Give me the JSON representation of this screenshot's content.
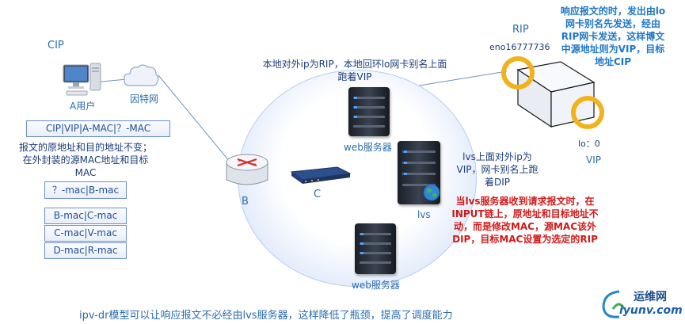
{
  "cip_label": "CIP",
  "user_label": "A用户",
  "internet_label": "因特网",
  "packet_header_box": "CIP|VIP|A-MAC|？-MAC",
  "note_left": [
    "报文的原地址和目的地址不变；",
    "在外封装的源MAC地址和目标",
    "MAC"
  ],
  "mac_box_1": "？-mac|B-mac",
  "mac_boxes": [
    "B-mac|C-mac",
    "C-mac|V-mac",
    "D-mac|R-mac"
  ],
  "router_label": "B",
  "switch_label": "C",
  "top_note": [
    "本地对外ip为RIP，本地回环lo网卡别名上面",
    "跑着VIP"
  ],
  "web_server_label": "web服务器",
  "web_server_label_bottom": "web服务器",
  "lvs_label": "lvs",
  "lvs_note": [
    "lvs上面对外ip为",
    "VIP，网卡别名上跑",
    "着DIP"
  ],
  "red_note": [
    "当lvs服务器收到请求报文时，在",
    "INPUT链上，原地址和目标地址不",
    "动，而是修改MAC，源MAC该外",
    "DIP，目标MAC设置为选定的RIP"
  ],
  "rip_label": "RIP",
  "eno_label": "eno16777736",
  "lo_label": "lo：0",
  "vip_label": "VIP",
  "response_note": [
    "响应报文的时，发出由lo",
    "网卡别名先发送，经由",
    "RIP网卡发送，这样博文",
    "中源地址则为VIP，目标",
    "地址CIP"
  ],
  "bottom_caption": "ipv-dr模型可以让响应报文不必经由lvs服务器，这样降低了瓶颈，提高了调度能力",
  "watermark_cn": "运维网",
  "watermark_url": "iyunv.com",
  "colors": {
    "accent": "#2b6cb0",
    "note_red": "#d11a1a",
    "ring": "#f2b21b"
  }
}
